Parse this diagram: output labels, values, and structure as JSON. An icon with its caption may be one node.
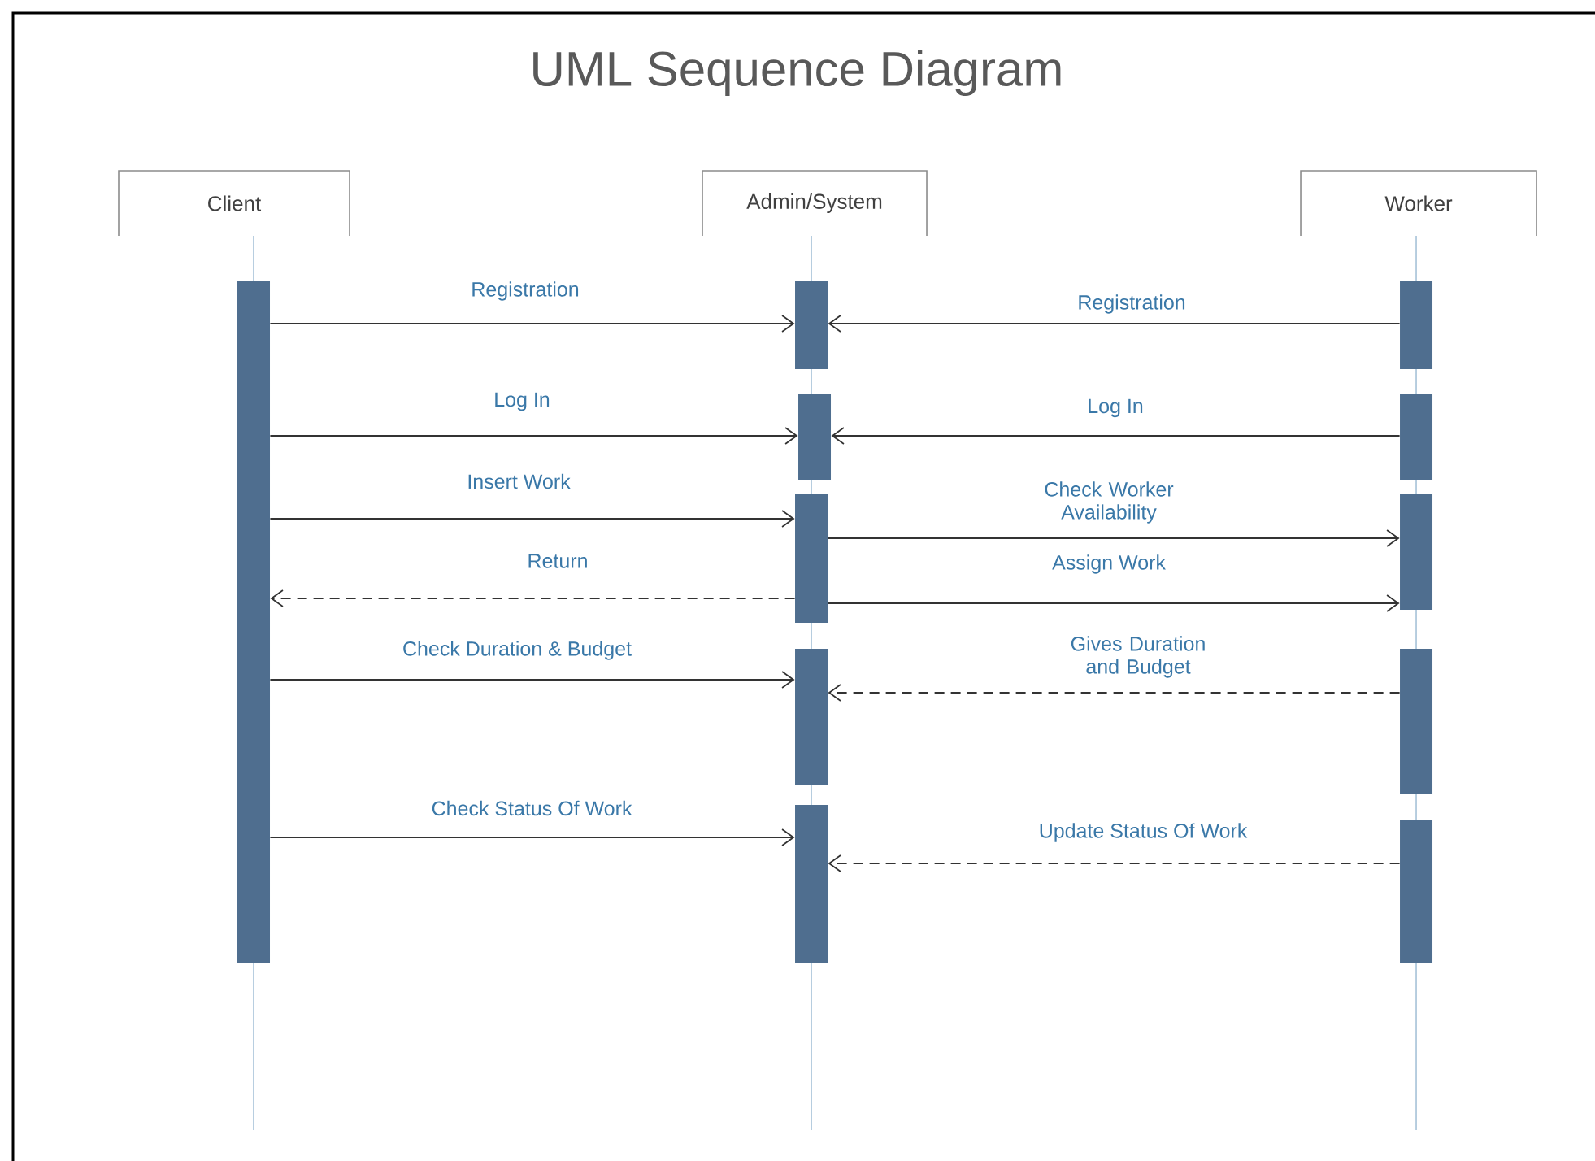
{
  "diagram": {
    "title": "UML Sequence Diagram",
    "nodes": [
      {
        "text": [
          "Client"
        ]
      },
      {
        "text": [
          "Admin/System"
        ]
      },
      {
        "text": [
          "Worker"
        ]
      },
      {
        "text": [],
        "shape": "bar"
      },
      {
        "text": [],
        "shape": "bar"
      },
      {
        "text": [],
        "shape": "bar"
      },
      {
        "text": [],
        "shape": "bar"
      },
      {
        "text": [],
        "shape": "bar"
      },
      {
        "text": [],
        "shape": "bar"
      },
      {
        "text": [],
        "shape": "bar"
      },
      {
        "text": [],
        "shape": "bar"
      },
      {
        "text": [],
        "shape": "bar"
      },
      {
        "text": [],
        "shape": "bar"
      },
      {
        "text": [],
        "shape": "bar"
      }
    ],
    "edges": [
      {
        "from": 3,
        "to": 4,
        "arrow": "to",
        "label": "Registration"
      },
      {
        "from": 9,
        "to": 4,
        "arrow": "to",
        "label": "Registration"
      },
      {
        "from": 3,
        "to": 5,
        "arrow": "to",
        "label": "Log In"
      },
      {
        "from": 10,
        "to": 5,
        "arrow": "to",
        "label": "Log In"
      },
      {
        "from": 3,
        "to": 6,
        "arrow": "to",
        "label": "Insert Work"
      },
      {
        "from": 6,
        "to": 11,
        "arrow": "to",
        "label": "Check Worker Availability"
      },
      {
        "from": 6,
        "to": 3,
        "arrow": "to",
        "label": "Return",
        "style": "dashed"
      },
      {
        "from": 6,
        "to": 11,
        "arrow": "to",
        "label": "Assign Work"
      },
      {
        "from": 3,
        "to": 7,
        "arrow": "to",
        "label": "Check Duration & Budget"
      },
      {
        "from": 12,
        "to": 7,
        "arrow": "to",
        "label": "Gives Duration and Budget",
        "style": "dashed"
      },
      {
        "from": 3,
        "to": 8,
        "arrow": "to",
        "label": "Check Status Of Work"
      },
      {
        "from": 13,
        "to": 8,
        "arrow": "to",
        "label": "Update Status Of Work",
        "style": "dashed"
      }
    ]
  }
}
